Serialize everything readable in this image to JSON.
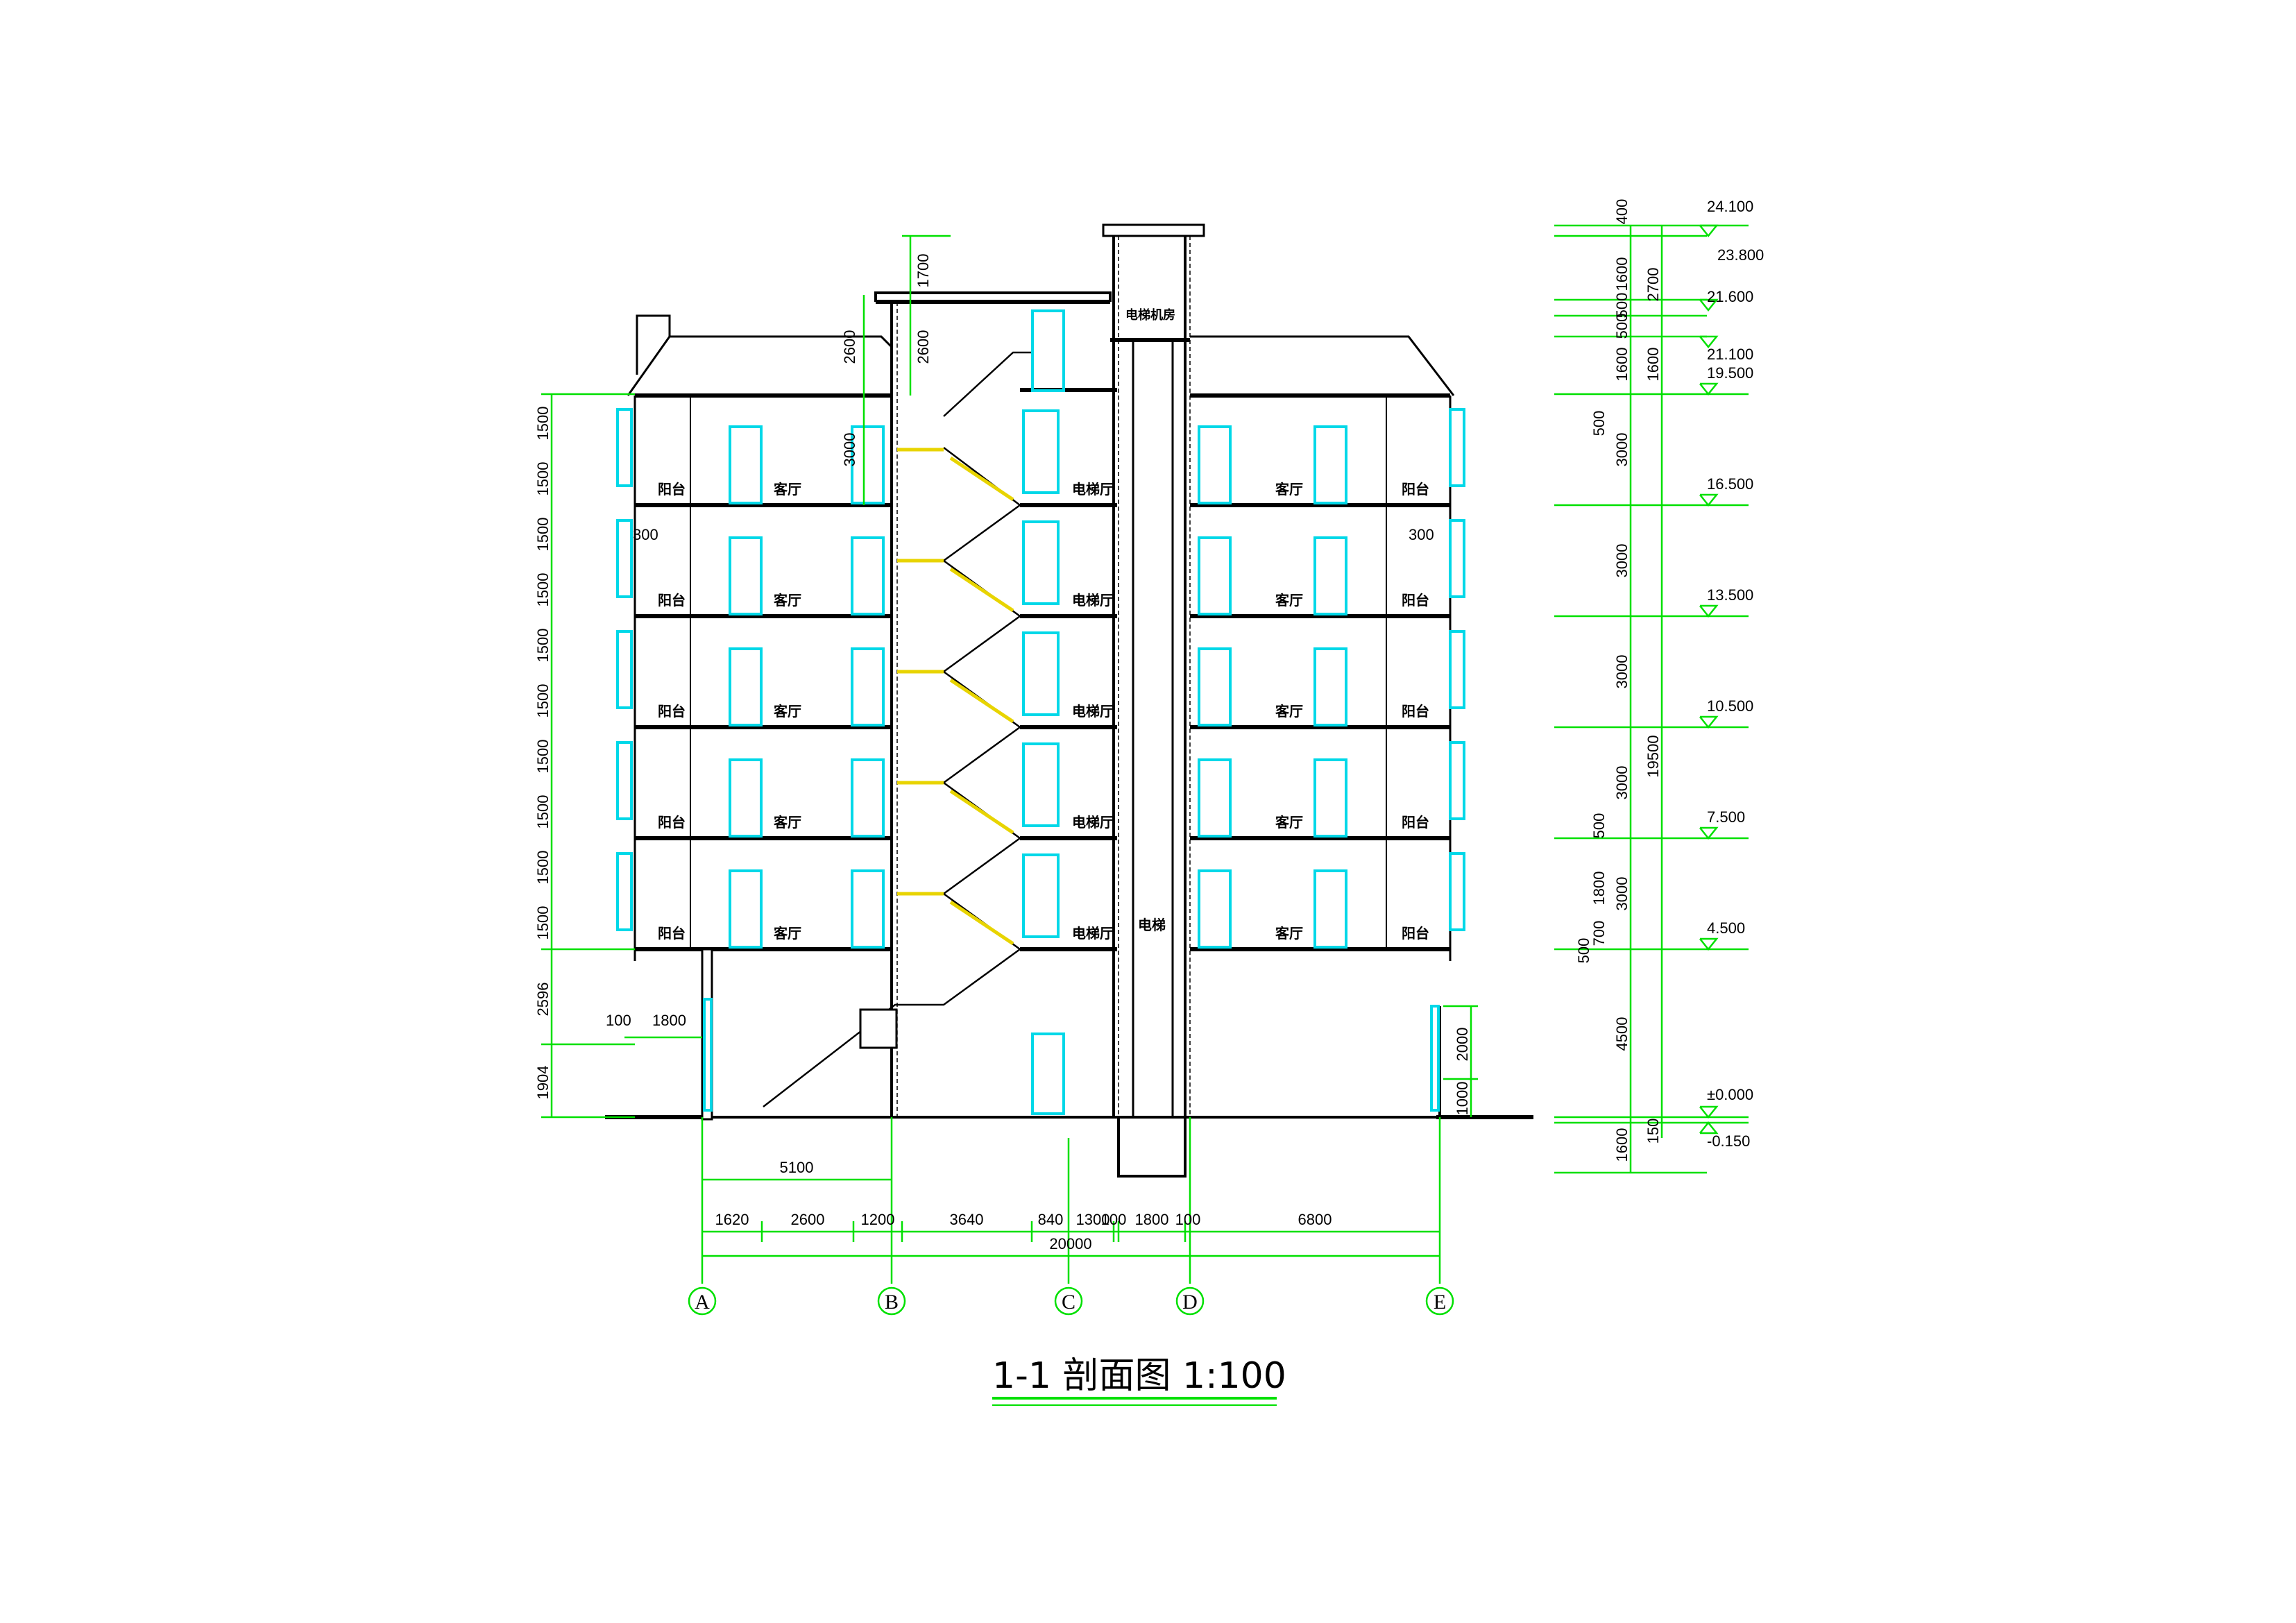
{
  "title": "1-1 剖面图 1:100",
  "rooms": {
    "balcony": "阳台",
    "living": "客厅",
    "elevator_hall": "电梯厅",
    "elevator": "电梯",
    "elevator_machine_room": "电梯机房"
  },
  "axes": [
    "A",
    "B",
    "C",
    "D",
    "E"
  ],
  "elevations": [
    "24.100",
    "23.800",
    "21.600",
    "21.100",
    "19.500",
    "16.500",
    "13.500",
    "10.500",
    "7.500",
    "4.500",
    "±0.000",
    "-0.150"
  ],
  "left_dims": [
    "1500",
    "1500",
    "1500",
    "1500",
    "1500",
    "1500",
    "1500",
    "1500",
    "1500",
    "1500",
    "2596",
    "1904"
  ],
  "right_dims_inner": [
    "400",
    "1600",
    "500",
    "500",
    "1600",
    "500",
    "3000",
    "3000",
    "3000",
    "3000",
    "500",
    "1800",
    "700",
    "500",
    "3000",
    "4500",
    "1600"
  ],
  "right_dims_mid": [
    "2700",
    "1600",
    "19500",
    "150"
  ],
  "bottom_dims": {
    "overall": "20000",
    "span": "5100",
    "segments": [
      "1620",
      "2600",
      "1200",
      "3640",
      "840",
      "1300",
      "100",
      "1800",
      "100",
      "6800"
    ]
  },
  "misc_dims": {
    "stair_top_1": "1700",
    "stair_top_2": "2600",
    "stair_top_3": "2600",
    "stair_top_4": "3000",
    "balcony_300_left": "300",
    "balcony_300_right": "300",
    "ground_100": "100",
    "ground_1800": "1800",
    "door_2000": "2000",
    "door_1000": "1000"
  },
  "colors": {
    "line": "#000000",
    "window": "#00d8e8",
    "dimension": "#00e000",
    "stair": "#e8d400"
  }
}
